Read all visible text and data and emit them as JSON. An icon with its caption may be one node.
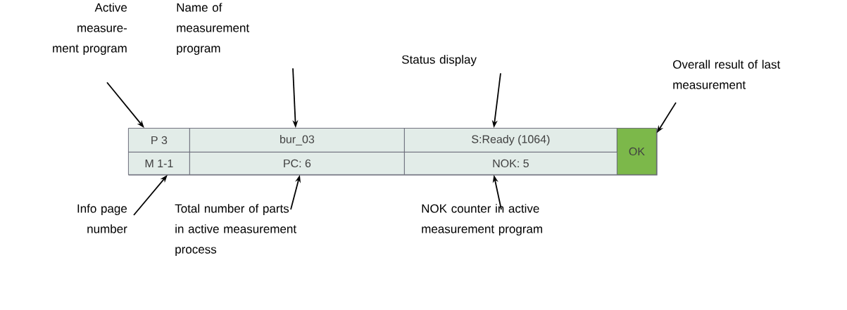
{
  "diagram": {
    "nodes": [
      {
        "text": [
          "Active measure-ment program"
        ]
      },
      {
        "text": [
          "Name of measurement program"
        ]
      },
      {
        "text": [
          "Status display"
        ]
      },
      {
        "text": [
          "Overall result of last measurement"
        ]
      },
      {
        "text": [],
        "shape": "box"
      },
      {
        "text": [
          "P 3"
        ],
        "in": 4
      },
      {
        "text": [
          "bur_03"
        ],
        "in": 4
      },
      {
        "text": [
          "S:Ready (1064)"
        ],
        "in": 4
      },
      {
        "text": [
          "OK"
        ],
        "in": 4
      },
      {
        "text": [
          "M 1-1"
        ],
        "in": 4
      },
      {
        "text": [
          "PC: 6"
        ],
        "in": 4
      },
      {
        "text": [
          "NOK: 5"
        ],
        "in": 4
      },
      {
        "text": [
          "Info page number"
        ]
      },
      {
        "text": [
          "Total number of parts in active measurement process"
        ]
      },
      {
        "text": [
          "NOK counter in active measurement program"
        ]
      }
    ],
    "edges": [
      {
        "from": 0,
        "to": 5,
        "arrow": "to"
      },
      {
        "from": 1,
        "to": 6,
        "arrow": "to"
      },
      {
        "from": 2,
        "to": 7,
        "arrow": "to"
      },
      {
        "from": 3,
        "to": 8,
        "arrow": "to"
      },
      {
        "from": 12,
        "to": 9,
        "arrow": "to"
      },
      {
        "from": 13,
        "to": 10,
        "arrow": "to"
      },
      {
        "from": 14,
        "to": 11,
        "arrow": "to"
      }
    ]
  }
}
